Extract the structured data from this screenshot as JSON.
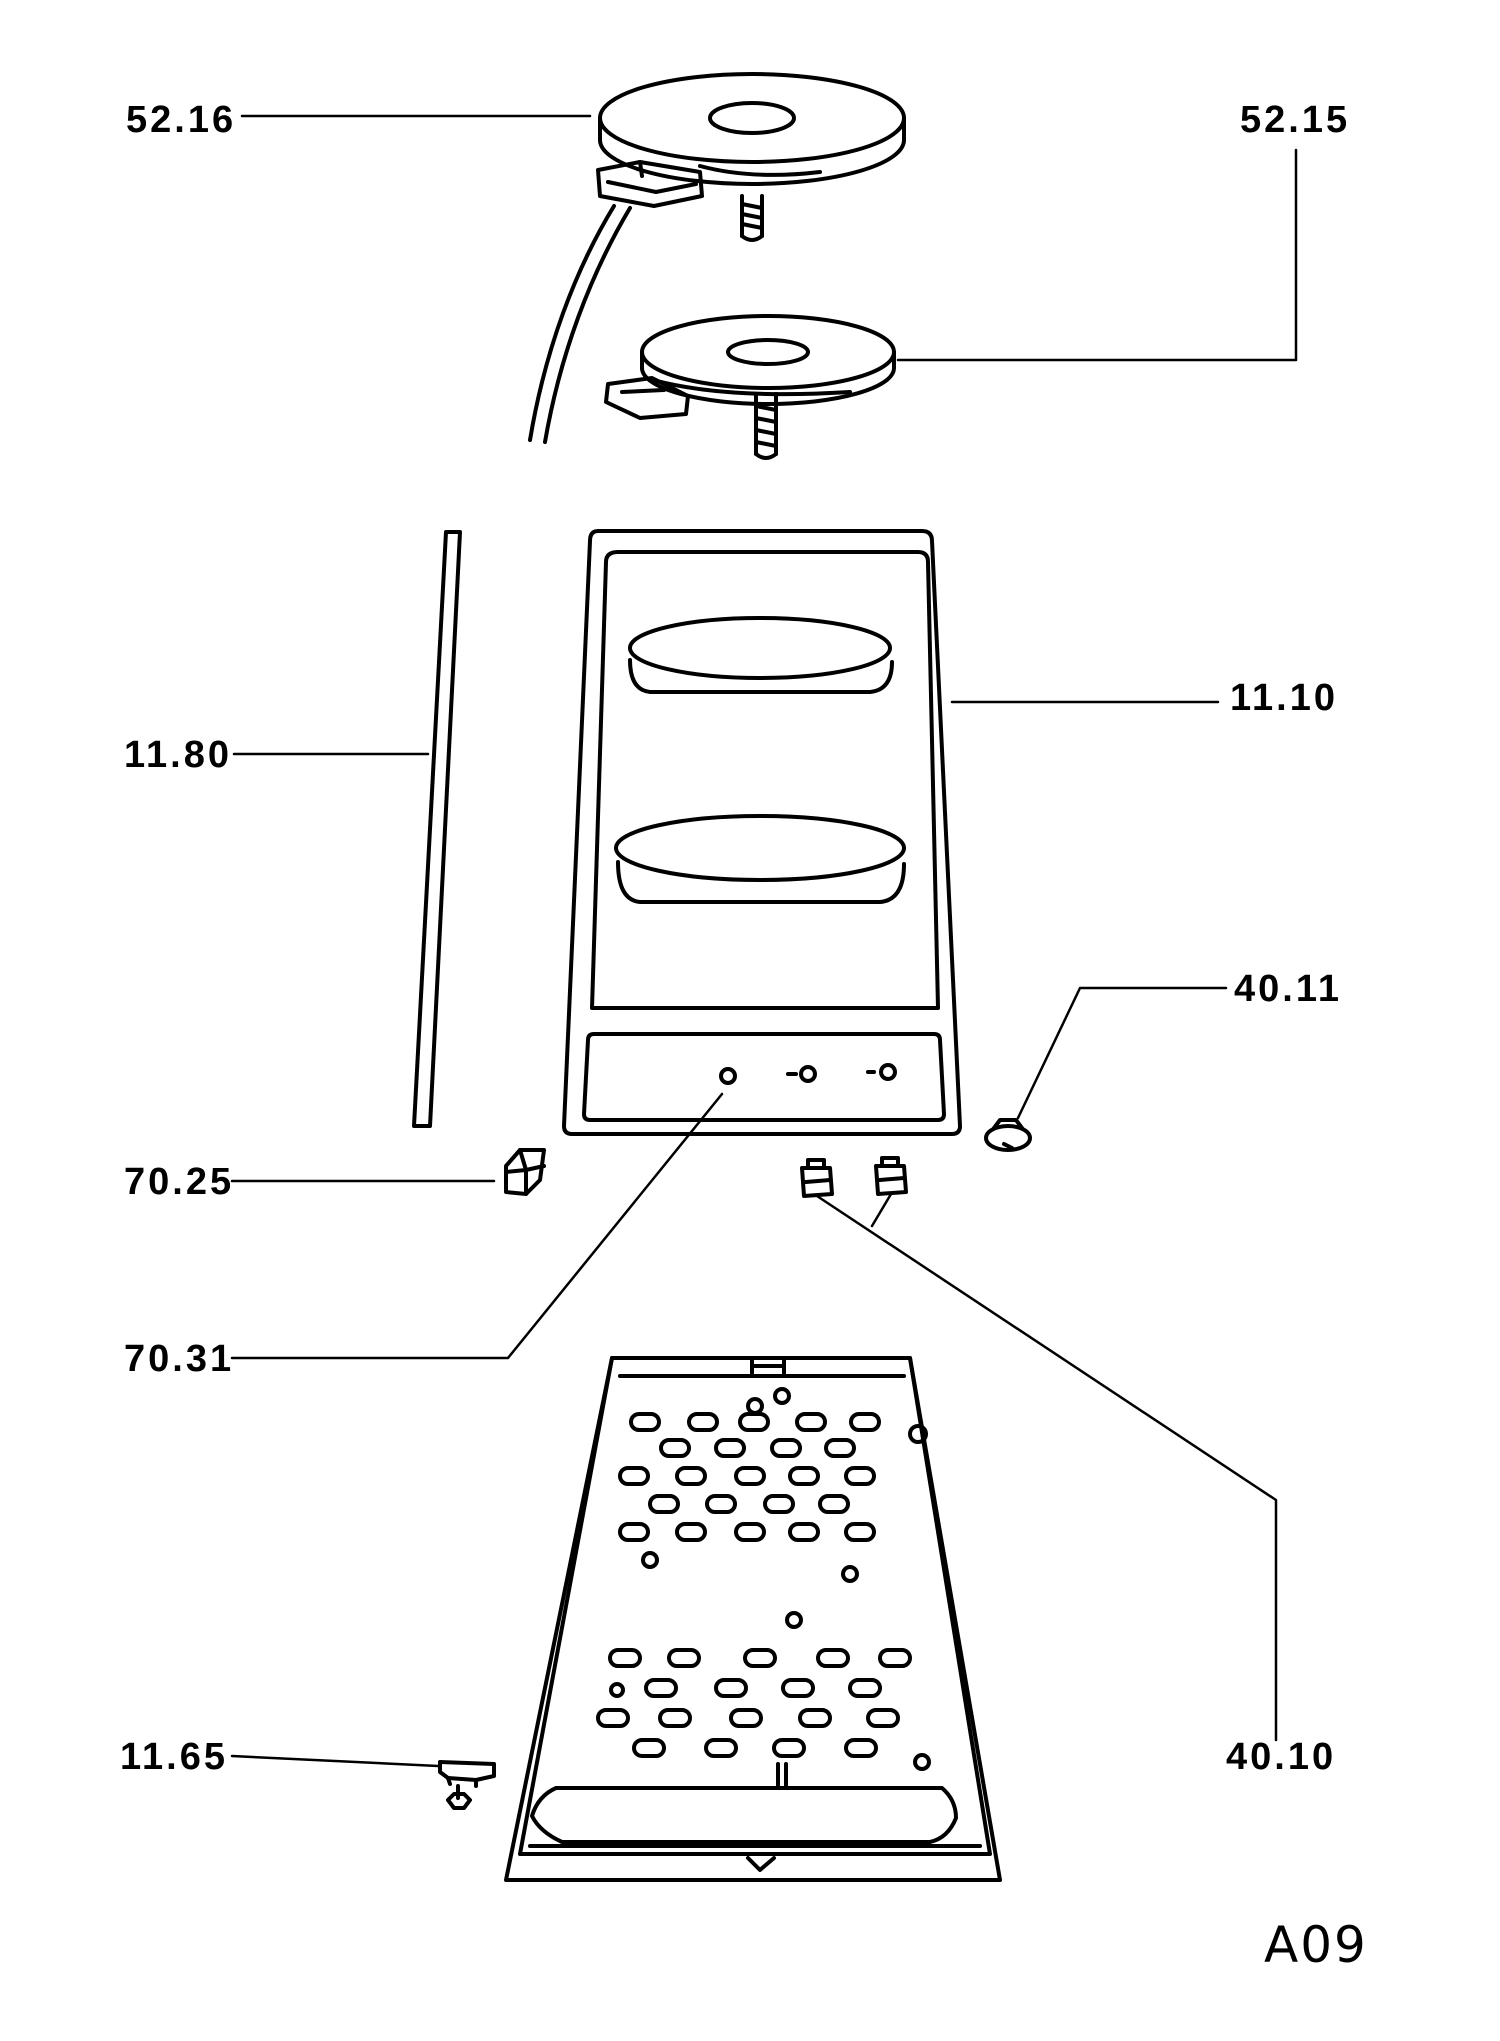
{
  "diagram": {
    "callouts": [
      {
        "id": "52.16",
        "label": "52.16"
      },
      {
        "id": "52.15",
        "label": "52.15"
      },
      {
        "id": "11.10",
        "label": "11.10"
      },
      {
        "id": "11.80",
        "label": "11.80"
      },
      {
        "id": "40.11",
        "label": "40.11"
      },
      {
        "id": "70.25",
        "label": "70.25"
      },
      {
        "id": "70.31",
        "label": "70.31"
      },
      {
        "id": "40.10",
        "label": "40.10"
      },
      {
        "id": "11.65",
        "label": "11.65"
      }
    ],
    "sheet_code": "A09"
  }
}
